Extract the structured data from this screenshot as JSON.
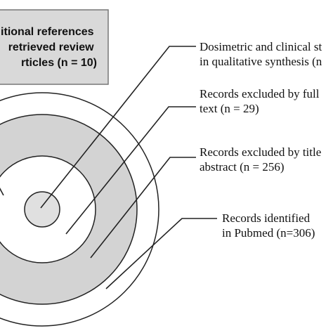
{
  "palette": {
    "background": "#ffffff",
    "outer_ring_fill": "#ffffff",
    "gray_ring_fill": "#d3d3d3",
    "inner_white_fill": "#ffffff",
    "core_fill": "#e0e0e0",
    "stroke": "#222222",
    "box_fill": "#d9d9d9",
    "box_stroke": "#777777"
  },
  "additional_box": {
    "lines": [
      "itional references",
      "retrieved review",
      "rticles (n = 10)"
    ]
  },
  "labels": {
    "synthesis": {
      "lines": [
        "Dosimetric and clinical st",
        "in qualitative synthesis (n"
      ]
    },
    "full_text": {
      "lines": [
        "Records excluded by full",
        "text (n = 29)"
      ]
    },
    "title_abstract": {
      "lines": [
        "Records excluded by title",
        "abstract (n = 256)"
      ]
    },
    "identified": {
      "lines": [
        "Records identified",
        "in Pubmed (n=306)"
      ]
    }
  }
}
